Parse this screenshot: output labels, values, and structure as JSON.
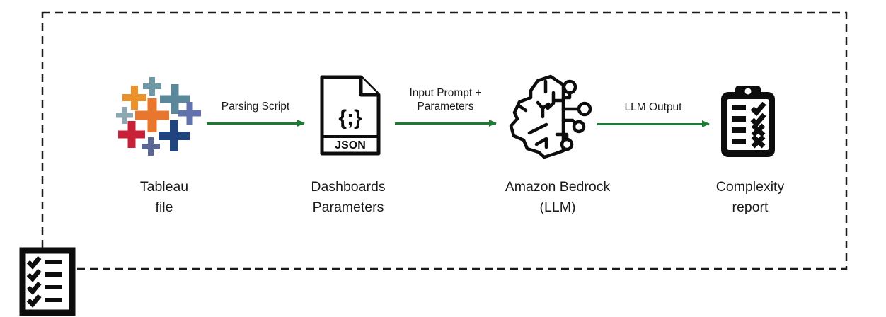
{
  "colors": {
    "text": "#1a1a1a",
    "icon-black": "#0d0d0d",
    "arrow-green": "#1e7b34",
    "tableau-orange": "#e8762d",
    "tableau-orange-light": "#eb9129",
    "tableau-red": "#c72037",
    "tableau-steel-blue": "#5b879b",
    "tableau-light-blue": "#6e98a4",
    "tableau-pale-blue": "#8ca8b3",
    "tableau-purple": "#6272ac",
    "tableau-slate": "#5c6692",
    "tableau-navy": "#1f447e"
  },
  "nodes": [
    {
      "id": "tableau-file",
      "lines": [
        "Tableau",
        "file"
      ]
    },
    {
      "id": "dashboards-parameters",
      "lines": [
        "Dashboards",
        "Parameters"
      ],
      "file_glyph": "{;}",
      "file_type": "JSON"
    },
    {
      "id": "amazon-bedrock",
      "lines": [
        "Amazon Bedrock",
        "(LLM)"
      ]
    },
    {
      "id": "complexity-report",
      "lines": [
        "Complexity",
        "report"
      ]
    }
  ],
  "arrows": [
    {
      "lines": [
        "Parsing Script"
      ]
    },
    {
      "lines": [
        "Input Prompt +",
        "Parameters"
      ]
    },
    {
      "lines": [
        "LLM Output"
      ]
    }
  ]
}
